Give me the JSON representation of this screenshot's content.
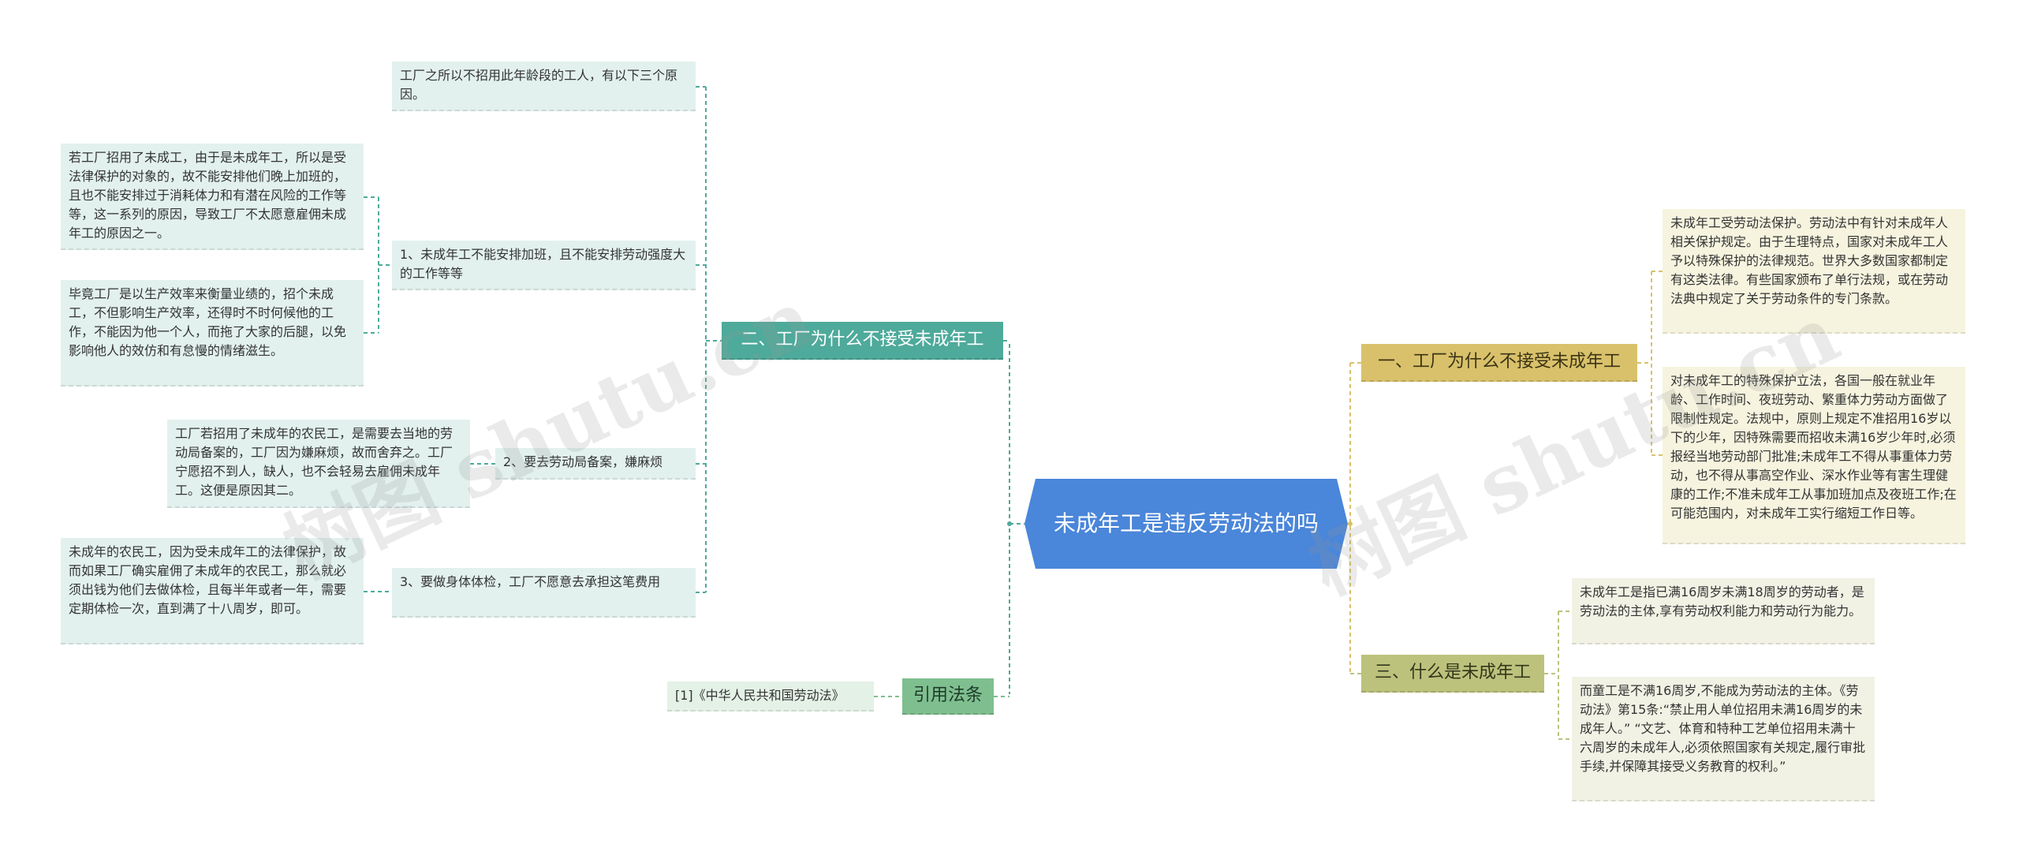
{
  "center": {
    "title": "未成年工是违反劳动法的吗"
  },
  "branches": {
    "b2": {
      "label": "二、工厂为什么不接受未成年工"
    },
    "cite": {
      "label": "引用法条"
    },
    "b1": {
      "label": "一、工厂为什么不接受未成年工"
    },
    "b3": {
      "label": "三、什么是未成年工"
    }
  },
  "b2_children": {
    "intro": "工厂之所以不招用此年龄段的工人，有以下三个原因。",
    "r1": "1、未成年工不能安排加班，且不能安排劳动强度大的工作等等",
    "r1a": "若工厂招用了未成工，由于是未成年工，所以是受法律保护的对象的，故不能安排他们晚上加班的，且也不能安排过于消耗体力和有潜在风险的工作等等，这一系列的原因，导致工厂不太愿意雇佣未成年工的原因之一。",
    "r1b": "毕竟工厂是以生产效率来衡量业绩的，招个未成工，不但影响生产效率，还得时不时何候他的工作，不能因为他一个人，而拖了大家的后腿，以免影响他人的效仿和有怠慢的情绪滋生。",
    "r2": "2、要去劳动局备案，嫌麻烦",
    "r2a": "工厂若招用了未成年的农民工，是需要去当地的劳动局备案的，工厂因为嫌麻烦，故而舍弃之。工厂宁愿招不到人，缺人，也不会轻易去雇佣未成年工。这便是原因其二。",
    "r3": "3、要做身体体检，工厂不愿意去承担这笔费用",
    "r3a": "未成年的农民工，因为受未成年工的法律保护，故而如果工厂确实雇佣了未成年的农民工，那么就必须出钱为他们去做体检，且每半年或者一年，需要定期体检一次，直到满了十八周岁，即可。"
  },
  "cite_children": {
    "c1": "[1]《中华人民共和国劳动法》"
  },
  "b1_children": {
    "a": "未成年工受劳动法保护。劳动法中有针对未成年人相关保护规定。由于生理特点，国家对未成年工人予以特殊保护的法律规范。世界大多数国家都制定有这类法律。有些国家颁布了单行法规，或在劳动法典中规定了关于劳动条件的专门条款。",
    "b": "对未成年工的特殊保护立法，各国一般在就业年龄、工作时间、夜班劳动、繁重体力劳动方面做了限制性规定。法规中，原则上规定不准招用16岁以下的少年，因特殊需要而招收未满16岁少年时,必须报经当地劳动部门批准;未成年工不得从事重体力劳动，也不得从事高空作业、深水作业等有害生理健康的工作;不准未成年工从事加班加点及夜班工作;在可能范围内，对未成年工实行缩短工作日等。"
  },
  "b3_children": {
    "a": "未成年工是指已满16周岁未满18周岁的劳动者，是劳动法的主体,享有劳动权利能力和劳动行为能力。",
    "b": "而童工是不满16周岁,不能成为劳动法的主体。《劳动法》第15条:“禁止用人单位招用未满16周岁的未成年人。” “文艺、体育和特种工艺单位招用未满十六周岁的未成年人,必须依照国家有关规定,履行审批手续,并保障其接受义务教育的权利。”"
  },
  "watermark": {
    "left": "树图 shutu.cn",
    "right": "树图 shutu.cn"
  },
  "colors": {
    "center": "#4a86d9",
    "teal": "#4eaa9b",
    "green": "#7fbf8f",
    "gold": "#d9c16b",
    "olive": "#bcc27c",
    "leaf_teal": "#e2f1ee",
    "leaf_cream": "#f6f4df"
  }
}
